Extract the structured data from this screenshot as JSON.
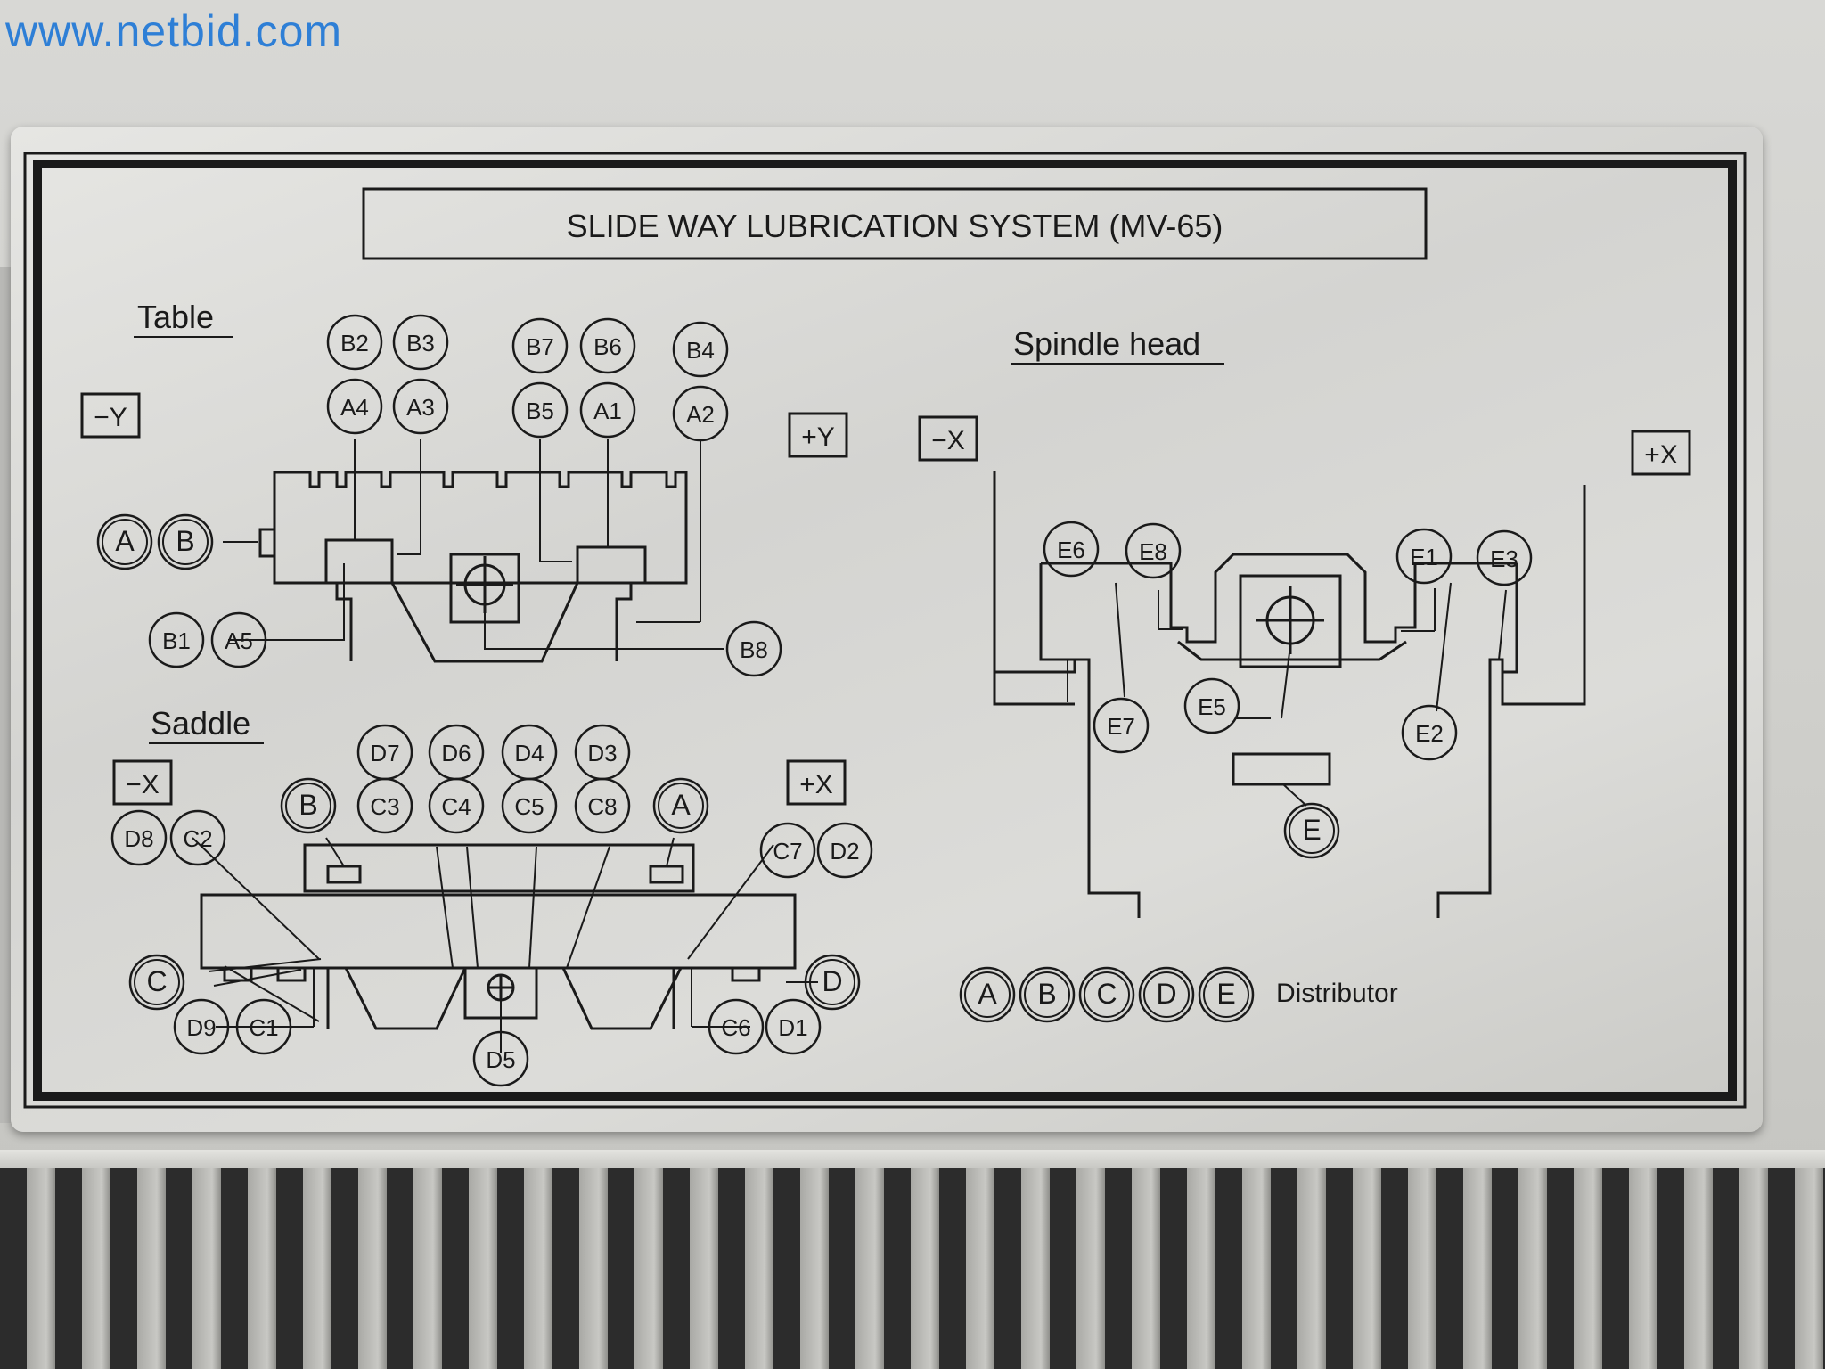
{
  "watermark": "www.netbid.com",
  "title": "SLIDE WAY LUBRICATION SYSTEM (MV-65)",
  "sections": {
    "table": "Table",
    "saddle": "Saddle",
    "spindle": "Spindle head"
  },
  "axes": {
    "table_left": "−Y",
    "table_right": "+Y",
    "saddle_left": "−X",
    "saddle_right": "+X",
    "spindle_left": "−X",
    "spindle_right": "+X"
  },
  "table_points": [
    "B2",
    "B3",
    "B7",
    "B6",
    "B4",
    "A4",
    "A3",
    "B5",
    "A1",
    "A2",
    "A",
    "B",
    "B1",
    "A5",
    "B8"
  ],
  "saddle_points": [
    "D7",
    "D6",
    "D4",
    "D3",
    "B",
    "C3",
    "C4",
    "C5",
    "C8",
    "A",
    "D8",
    "C2",
    "C7",
    "D2",
    "C",
    "D",
    "D9",
    "C1",
    "C6",
    "D1",
    "D5"
  ],
  "spindle_points": [
    "E6",
    "E8",
    "E1",
    "E3",
    "E5",
    "E7",
    "E2",
    "E"
  ],
  "distributor": {
    "items": [
      "A",
      "B",
      "C",
      "D",
      "E"
    ],
    "label": "Distributor"
  },
  "colors": {
    "plate": "#dcdcd9",
    "ink": "#1a1a1a",
    "watermark": "#2e7fd6"
  }
}
